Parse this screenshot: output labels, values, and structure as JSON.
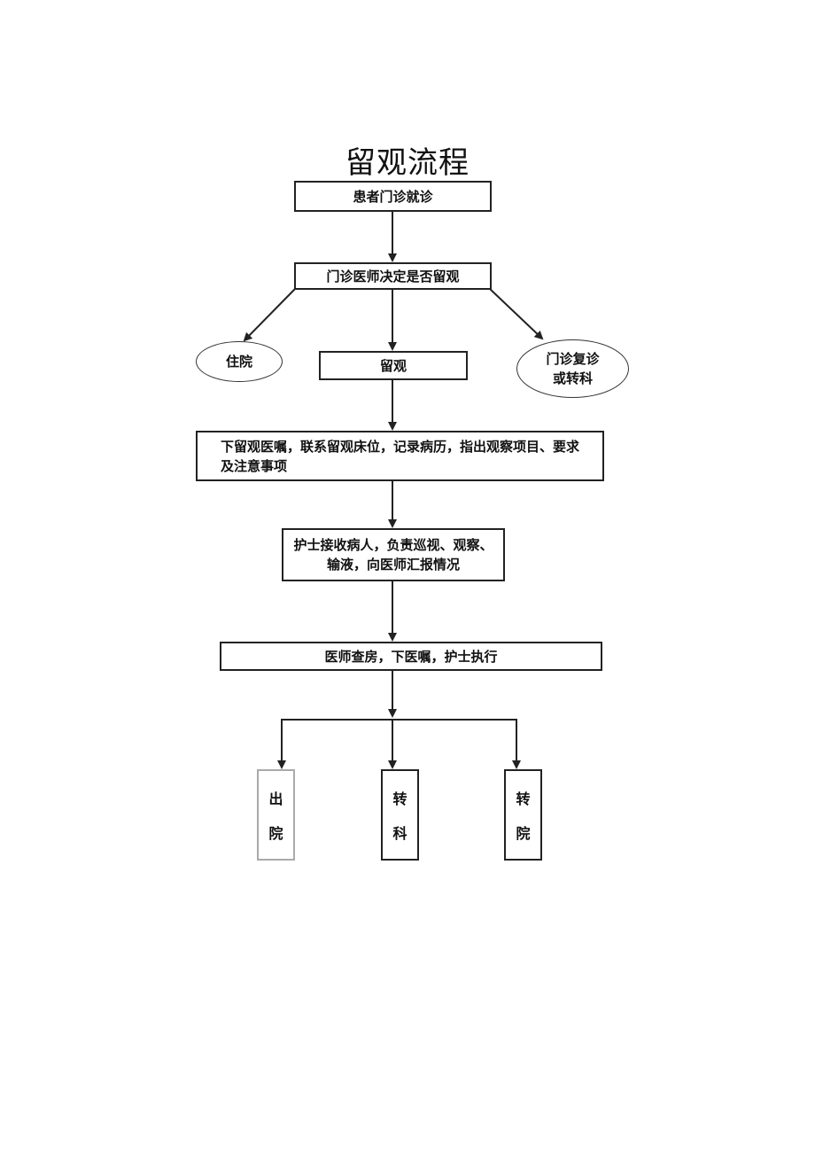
{
  "title": "留观流程",
  "nodes": {
    "visit": "患者门诊就诊",
    "decide": "门诊医师决定是否留观",
    "inpatient": "住院",
    "observe": "留观",
    "referral_line1": "门诊复诊",
    "referral_line2": "或转科",
    "orders_line1": "下留观医嘱，联系留观床位，记录病历，指出观察项目、要求",
    "orders_line2": "及注意事项",
    "nurse_line1": "护士接收病人，负责巡视、观察、",
    "nurse_line2": "输液，向医师汇报情况",
    "rounds": "医师查房，下医嘱，护士执行",
    "discharge": [
      "出",
      "院"
    ],
    "transfer_dept": [
      "转",
      "科"
    ],
    "transfer_hosp": [
      "转",
      "院"
    ]
  }
}
